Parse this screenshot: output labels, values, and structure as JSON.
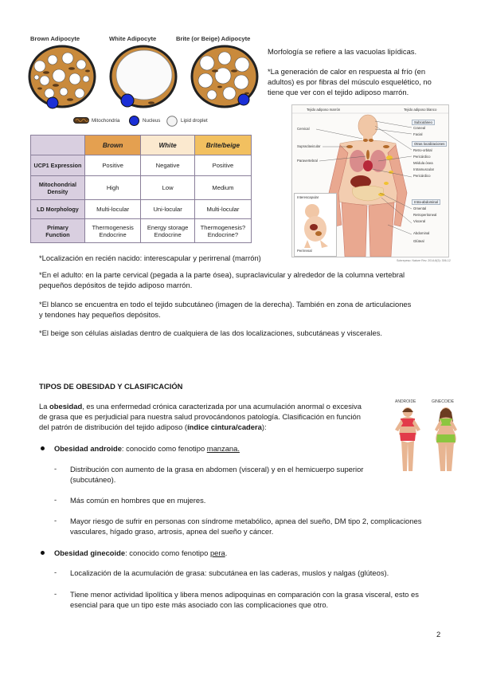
{
  "figure_adipocytes": {
    "titles": [
      "Brown Adipocyte",
      "White Adipocyte",
      "Brite (or Beige) Adipocyte"
    ],
    "legend": {
      "mitochondria": "Mitochondria",
      "nucleus": "Nucleus",
      "lipid": "Lipid droplet"
    },
    "table": {
      "headers": [
        "Brown",
        "White",
        "Brite/beige"
      ],
      "rows": [
        {
          "label": "UCP1 Expression",
          "cells": [
            "Positive",
            "Negative",
            "Positive"
          ]
        },
        {
          "label": [
            "Mitochondrial",
            "Density"
          ],
          "cells": [
            "High",
            "Low",
            "Medium"
          ]
        },
        {
          "label": "LD Morphology",
          "cells": [
            "Multi-locular",
            "Uni-locular",
            "Multi-locular"
          ]
        },
        {
          "label": [
            "Primary",
            "Function"
          ],
          "cells": [
            [
              "Thermogenesis",
              "Endocrine"
            ],
            [
              "Energy storage",
              "Endocrine"
            ],
            [
              "Thermogenesis?",
              "Endocrine?"
            ]
          ]
        }
      ]
    }
  },
  "right_notes": {
    "morfologia": "Morfología se refiere a las vacuolas lipídicas.",
    "calor": [
      "*La generación de calor en respuesta al frío (en",
      "adultos) es por fibras del músculo esquelético, no",
      "tiene que ver con el tejido adiposo marrón."
    ]
  },
  "anatomy": {
    "header_left": "Tejido adiposo marrón",
    "header_right": "Tejido adiposo blanco",
    "left_labels": [
      "Cervical",
      "Supraclavicular",
      "Paravertebral"
    ],
    "right_groups": [
      {
        "title": "Subcutáneo",
        "items": [
          "Craneal",
          "Facial"
        ]
      },
      {
        "title": "Otras localizaciones",
        "items": [
          "Retro-orbital",
          "Pericárdico",
          "Médula ósea",
          "Intramuscular",
          "Pericárdico"
        ]
      },
      {
        "title": "Intra-abdominal",
        "items": [
          "Omental",
          "Retroperitoneal",
          "Visceral"
        ]
      },
      {
        "title": "",
        "items": [
          "Abdominal",
          "Glúteal"
        ]
      }
    ],
    "inset": [
      "Interescapular",
      "Perirrenal"
    ],
    "credit": "Sobrepeso: Nature Rev. 2014;8(5): 306-12"
  },
  "paras": {
    "p1": "*Localización en recién nacido: interescapular y perirrenal (marrón)",
    "p2": [
      "*En el adulto: en la parte cervical (pegada a la parte ósea), supraclavicular y alrededor de la columna vertebral",
      "pequeños depósitos de tejido adiposo marrón."
    ],
    "p3": [
      "*El blanco se encuentra en todo el tejido subcutáneo (imagen de la derecha). También en zona de articulaciones",
      "y tendones hay pequeños depósitos."
    ],
    "p4": "*El beige son células aisladas dentro de cualquiera de las dos localizaciones, subcutáneas y viscerales."
  },
  "obesity": {
    "title": "TIPOS DE OBESIDAD Y CLASIFICACIÓN",
    "intro": {
      "line1_pre": "La ",
      "line1_bold": "obesidad",
      "line1_post": ", es una enfermedad crónica caracterizada por una acumulación anormal o excesiva",
      "line2": "de grasa que es perjudicial para nuestra salud provocándonos patología. Clasificación en función",
      "line3_pre": "del patrón de distribución del tejido adiposo (",
      "line3_bold": "índice cintura/cadera",
      "line3_post": "):"
    },
    "figure_labels": [
      "ANDROIDE",
      "GINECOIDE"
    ],
    "android": {
      "label": "Obesidad androide",
      "text": ": conocido como fenotipo ",
      "fenotipo": "manzana.",
      "items": [
        [
          "Distribución con aumento de la grasa en abdomen (visceral) y en el hemicuerpo superior",
          "(subcutáneo)."
        ],
        [
          "Más común en hombres que en mujeres."
        ],
        [
          "Mayor riesgo de sufrir en personas con síndrome metabólico, apnea del sueño, DM tipo 2, complicaciones",
          "vasculares, hígado graso, artrosis, apnea del sueño y cáncer."
        ]
      ]
    },
    "gynoid": {
      "label": "Obesidad ginecoide",
      "text": ": conocido como fenotipo ",
      "fenotipo": "pera",
      "after": ".",
      "items": [
        [
          "Localización de la acumulación de grasa: subcutánea en las caderas, muslos y nalgas (glúteos)."
        ],
        [
          "Tiene menor actividad lipolítica y libera menos adipoquinas en comparación con la grasa visceral, esto es",
          "esencial para que un tipo este más asociado con las complicaciones que otro."
        ]
      ]
    }
  },
  "page_number": "2",
  "colors": {
    "brown_fill": "#c98a3c",
    "membrane": "#222222",
    "nucleus": "#1b2fd6",
    "lipid": "#ffffff"
  }
}
